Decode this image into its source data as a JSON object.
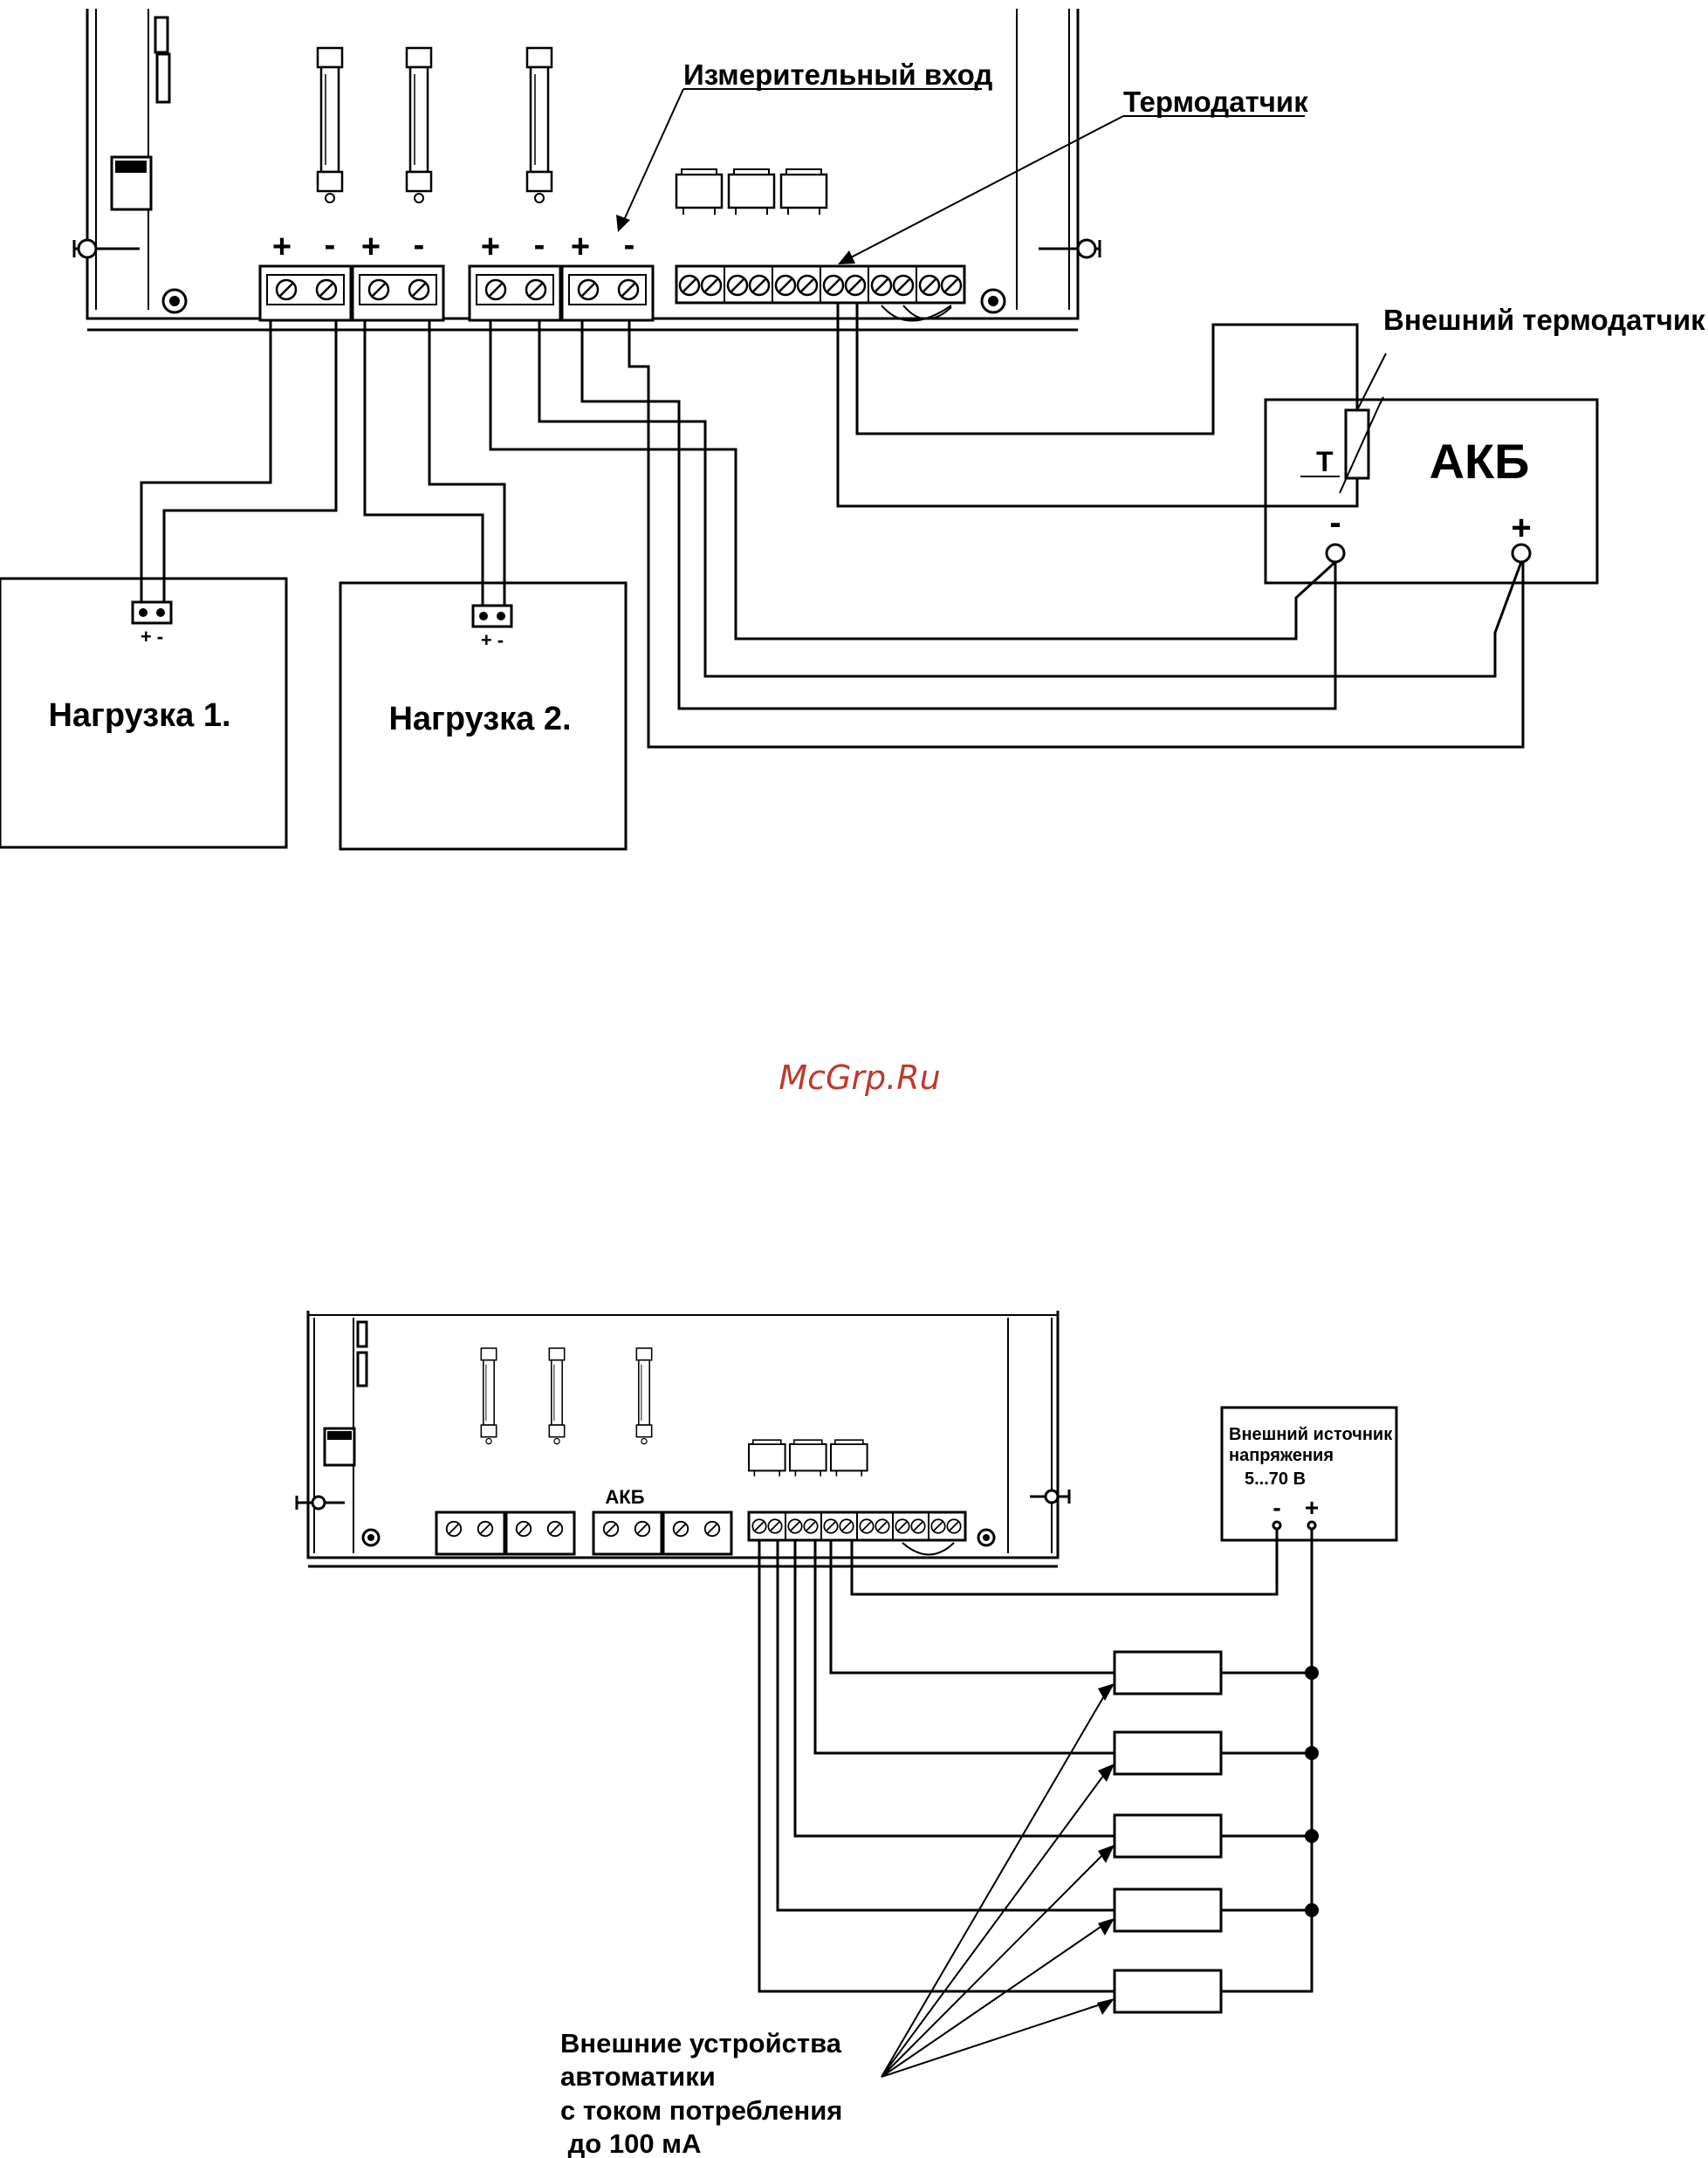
{
  "diagram1": {
    "measuring_input_label": "Измерительный вход",
    "thermosensor_label": "Термодатчик",
    "external_thermosensor_label": "Внешний термодатчик",
    "battery_label": "АКБ",
    "t_label": "Т",
    "battery_minus": "-",
    "battery_plus": "+",
    "load1_label": "Нагрузка 1.",
    "load2_label": "Нагрузка 2.",
    "load_polarity": "+ -",
    "terminal_signs": [
      "+",
      "-",
      "+",
      "-",
      "+",
      "-",
      "+",
      "-"
    ]
  },
  "watermark": "McGrp.Ru",
  "diagram2": {
    "battery_terminal_label": "АКБ",
    "source_line1": "Внешний источник",
    "source_line2": "напряжения",
    "source_line3": "5...70 В",
    "source_minus": "-",
    "source_plus": "+",
    "devices_line1": "Внешние устройства",
    "devices_line2": "автоматики",
    "devices_line3": "с током потребления",
    "devices_line4": " до 100 мА"
  }
}
